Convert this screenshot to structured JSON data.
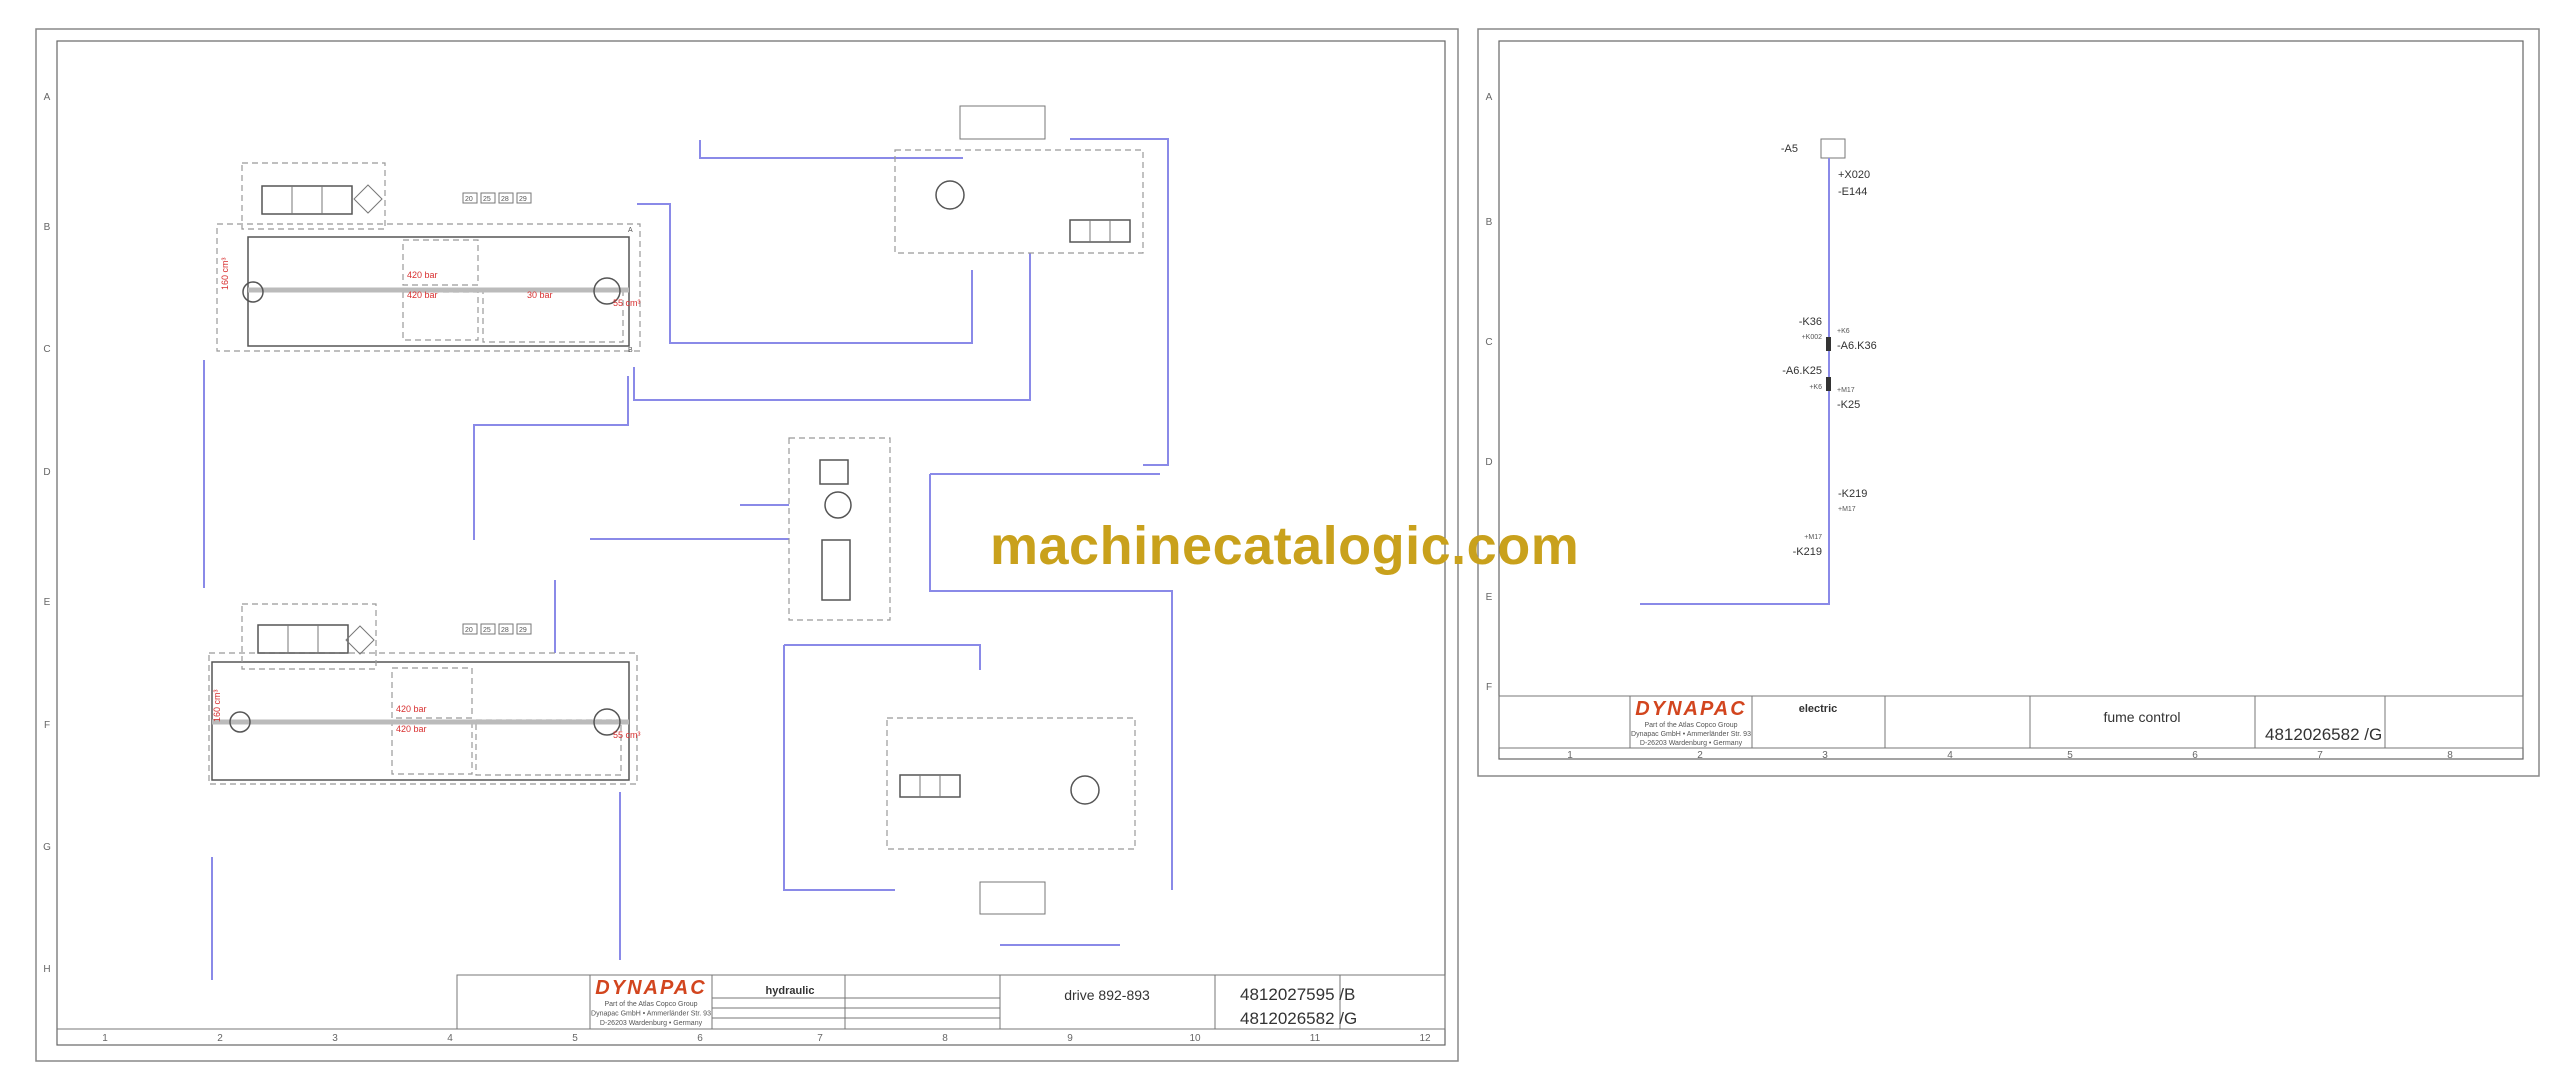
{
  "watermark": "machinecatalogic.com",
  "colors": {
    "hydraulic_line": "#8a8ae8",
    "logo": "#d2451e",
    "watermark": "#c9a11c",
    "pressure_label": "#d83030",
    "signal_label": "#33aa33"
  },
  "left_sheet": {
    "columns": [
      "1",
      "2",
      "3",
      "4",
      "5",
      "6",
      "7",
      "8",
      "9",
      "10",
      "11",
      "12"
    ],
    "rows": [
      "A",
      "B",
      "C",
      "D",
      "E",
      "F",
      "G",
      "H"
    ],
    "title_block": {
      "logo": "DYNAPAC",
      "logo_sub": "Part of the Atlas Copco Group",
      "address1": "Dynapac GmbH • Ammerländer Str. 93",
      "address2": "D-26203 Wardenburg • Germany",
      "category": "hydraulic",
      "title": "drive 892-893",
      "drawing_no_1": "4812027595 /B",
      "drawing_no_2": "4812026582 /G"
    },
    "schematic": {
      "tags_top": [
        "20",
        "25",
        "28",
        "29"
      ],
      "tags_bottom": [
        "20",
        "25",
        "28",
        "29"
      ],
      "port_top_A": "A",
      "port_top_B": "B"
    }
  },
  "right_sheet": {
    "columns": [
      "1",
      "2",
      "3",
      "4",
      "5",
      "6",
      "7",
      "8"
    ],
    "rows": [
      "A",
      "B",
      "C",
      "D",
      "E",
      "F"
    ],
    "title_block": {
      "logo": "DYNAPAC",
      "logo_sub": "Part of the Atlas Copco Group",
      "address1": "Dynapac GmbH • Ammerländer Str. 93",
      "address2": "D-26203 Wardenburg • Germany",
      "category": "electric",
      "title": "fume control",
      "drawing_no": "4812026582 /G"
    },
    "labels": [
      "-A5",
      "+X020",
      "-E144",
      "-K36",
      "+K002",
      "+K6",
      "-A6.K36",
      "-A6.K25",
      "+K6",
      "+M17",
      "-K25",
      "-K219",
      "+M17",
      "+M17",
      "-K219"
    ]
  }
}
